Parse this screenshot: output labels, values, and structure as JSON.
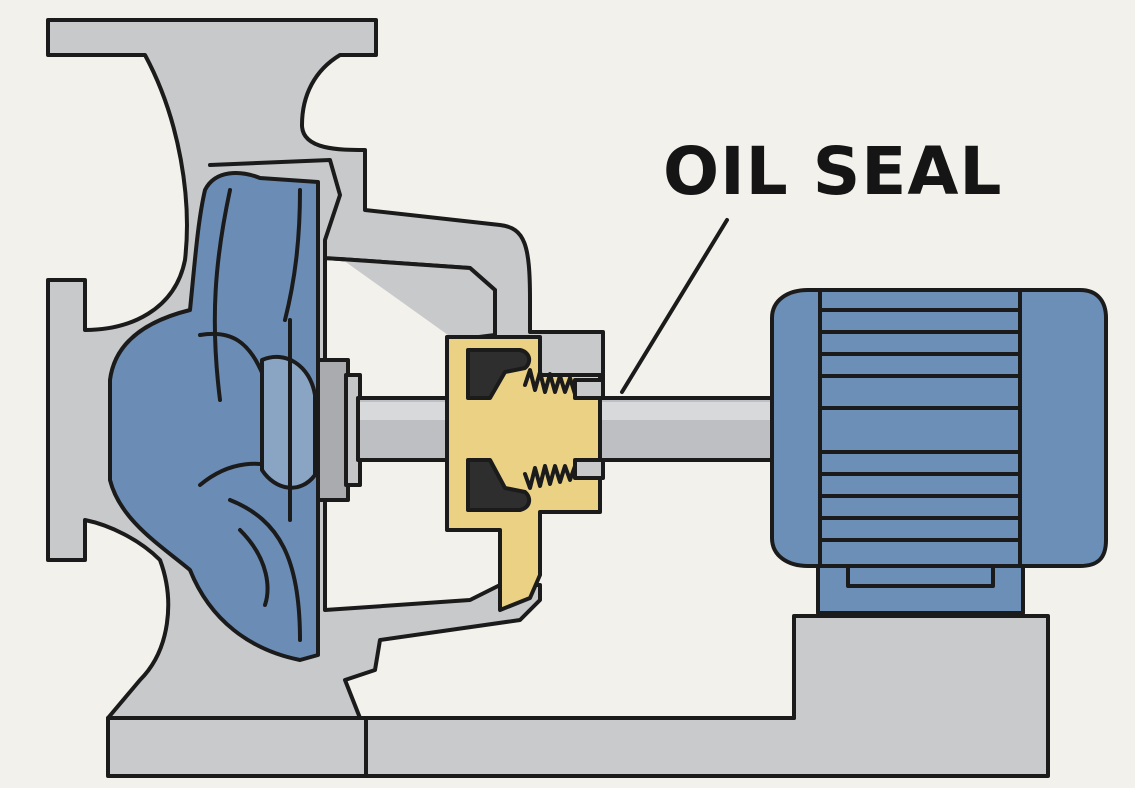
{
  "diagram": {
    "callout_label": "OIL SEAL",
    "components": {
      "casing": "pump-casing",
      "impeller": "impeller",
      "shaft": "shaft",
      "seal": "oil-seal",
      "seal_housing": "seal-housing",
      "motor": "electric-motor",
      "baseplate": "baseplate"
    },
    "colors": {
      "background": "#f3f1eb",
      "casing": "#c8c9cb",
      "impeller": "#6b8db5",
      "seal_housing": "#ead184",
      "seal_rubber": "#2e2e2e",
      "shaft": "#bdbfc2",
      "motor": "#6c8fb8",
      "base": "#c9cacc",
      "outline": "#1b1b1b"
    }
  }
}
